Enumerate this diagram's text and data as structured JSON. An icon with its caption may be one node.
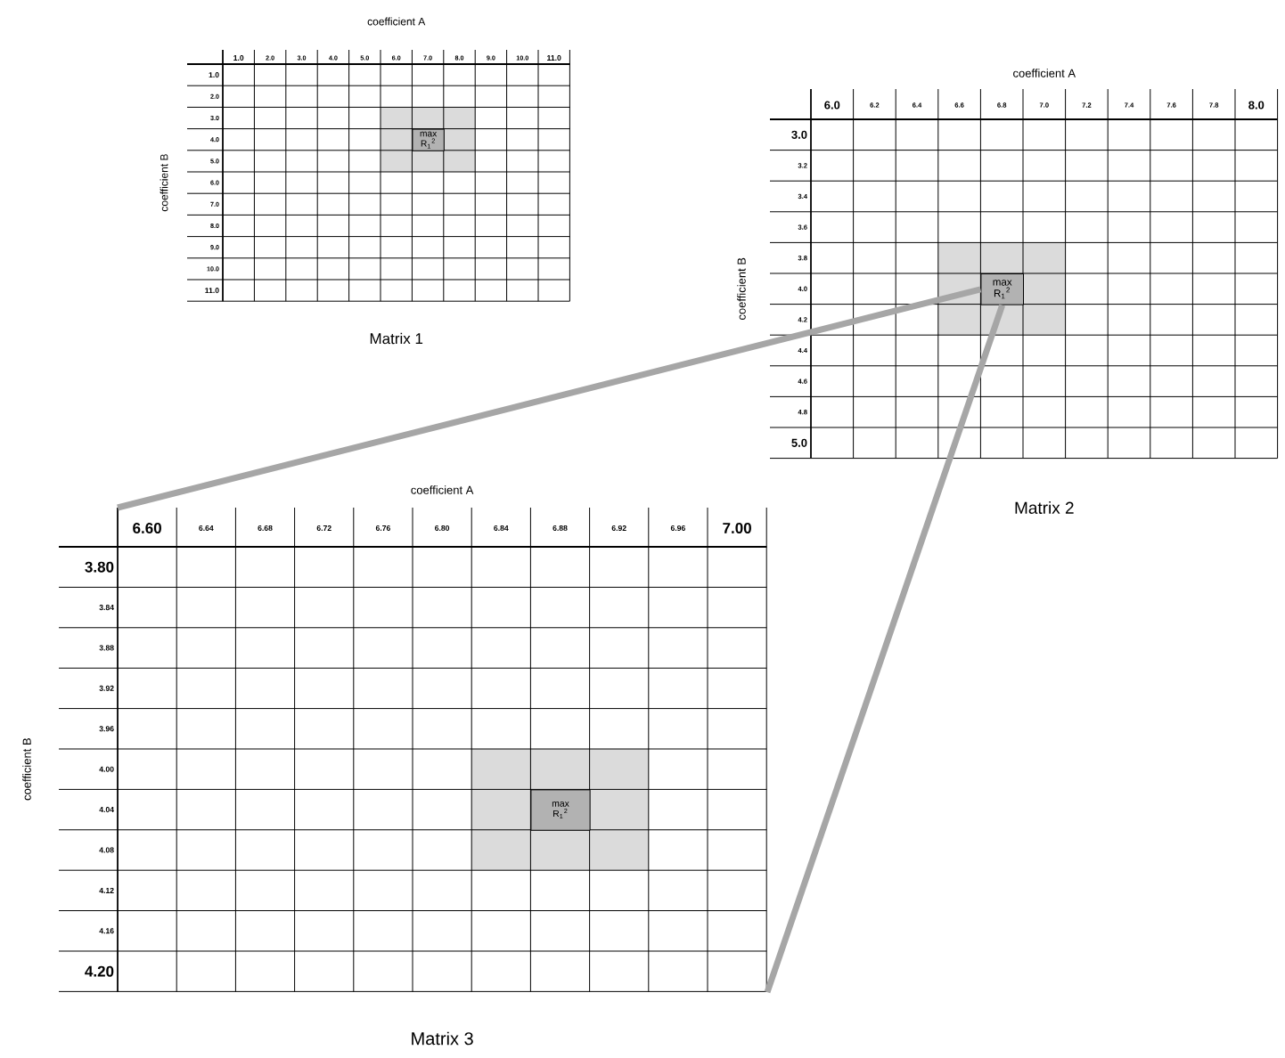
{
  "diagram": {
    "nodes": [
      {
        "text": [
          "coefficient A",
          "coefficient B"
        ],
        "beside": [
          "Matrix 1"
        ]
      },
      {
        "text": [
          "max R$_{1}$$^{2}$"
        ],
        "in": 0
      },
      {
        "text": [
          "coefficient A",
          "coefficient B"
        ],
        "beside": [
          "Matrix 2"
        ]
      },
      {
        "text": [
          "max R$_{1}$$^{2}$"
        ],
        "in": 2
      },
      {
        "text": [
          "coefficient A",
          "coefficient B"
        ],
        "beside": [
          "Matrix 3"
        ]
      },
      {
        "text": [
          "max R$_{1}$$^{2}$"
        ],
        "in": 4
      }
    ],
    "edges": [
      {
        "from": 3,
        "to": 4,
        "arrow": "none"
      },
      {
        "from": 3,
        "to": 4,
        "arrow": "none"
      }
    ],
    "labels": [
      "1.0",
      "2.0",
      "3.0",
      "4.0",
      "5.0",
      "6.0",
      "7.0",
      "8.0",
      "9.0",
      "10.0",
      "11.0",
      "1.0",
      "2.0",
      "3.0",
      "4.0",
      "5.0",
      "6.0",
      "7.0",
      "8.0",
      "9.0",
      "10.0",
      "11.0",
      "6.0",
      "6.2",
      "6.4",
      "6.6",
      "6.8",
      "7.0",
      "7.2",
      "7.4",
      "7.6",
      "7.8",
      "8.0",
      "3.0",
      "3.2",
      "3.4",
      "3.6",
      "3.8",
      "4.0",
      "4.2",
      "4.4",
      "4.6",
      "4.8",
      "5.0",
      "6.60",
      "6.64",
      "6.68",
      "6.72",
      "6.76",
      "6.80",
      "6.84",
      "6.88",
      "6.92",
      "6.96",
      "7.00",
      "3.80",
      "3.84",
      "3.88",
      "3.92",
      "3.96",
      "4.00",
      "4.04",
      "4.08",
      "4.12",
      "4.16",
      "4.20"
    ]
  }
}
